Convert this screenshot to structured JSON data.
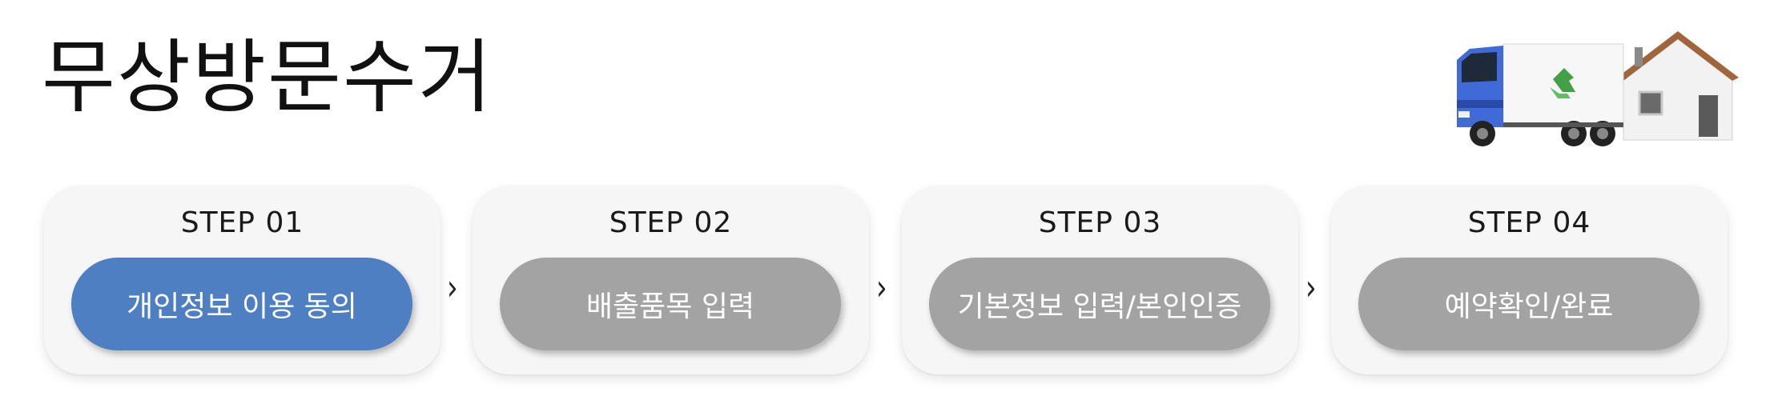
{
  "header": {
    "title": "무상방문수거",
    "illustration_icon": "recycling-truck-and-house-icon"
  },
  "steps": [
    {
      "label": "STEP 01",
      "action": "개인정보 이용 동의",
      "state": "active"
    },
    {
      "label": "STEP 02",
      "action": "배출품목 입력",
      "state": "inactive"
    },
    {
      "label": "STEP 03",
      "action": "기본정보 입력/본인인증",
      "state": "inactive"
    },
    {
      "label": "STEP 04",
      "action": "예약확인/완료",
      "state": "inactive"
    }
  ],
  "separator": "›",
  "colors": {
    "active": "#4f7fc3",
    "inactive": "#a3a3a3",
    "card": "#f6f6f6"
  }
}
